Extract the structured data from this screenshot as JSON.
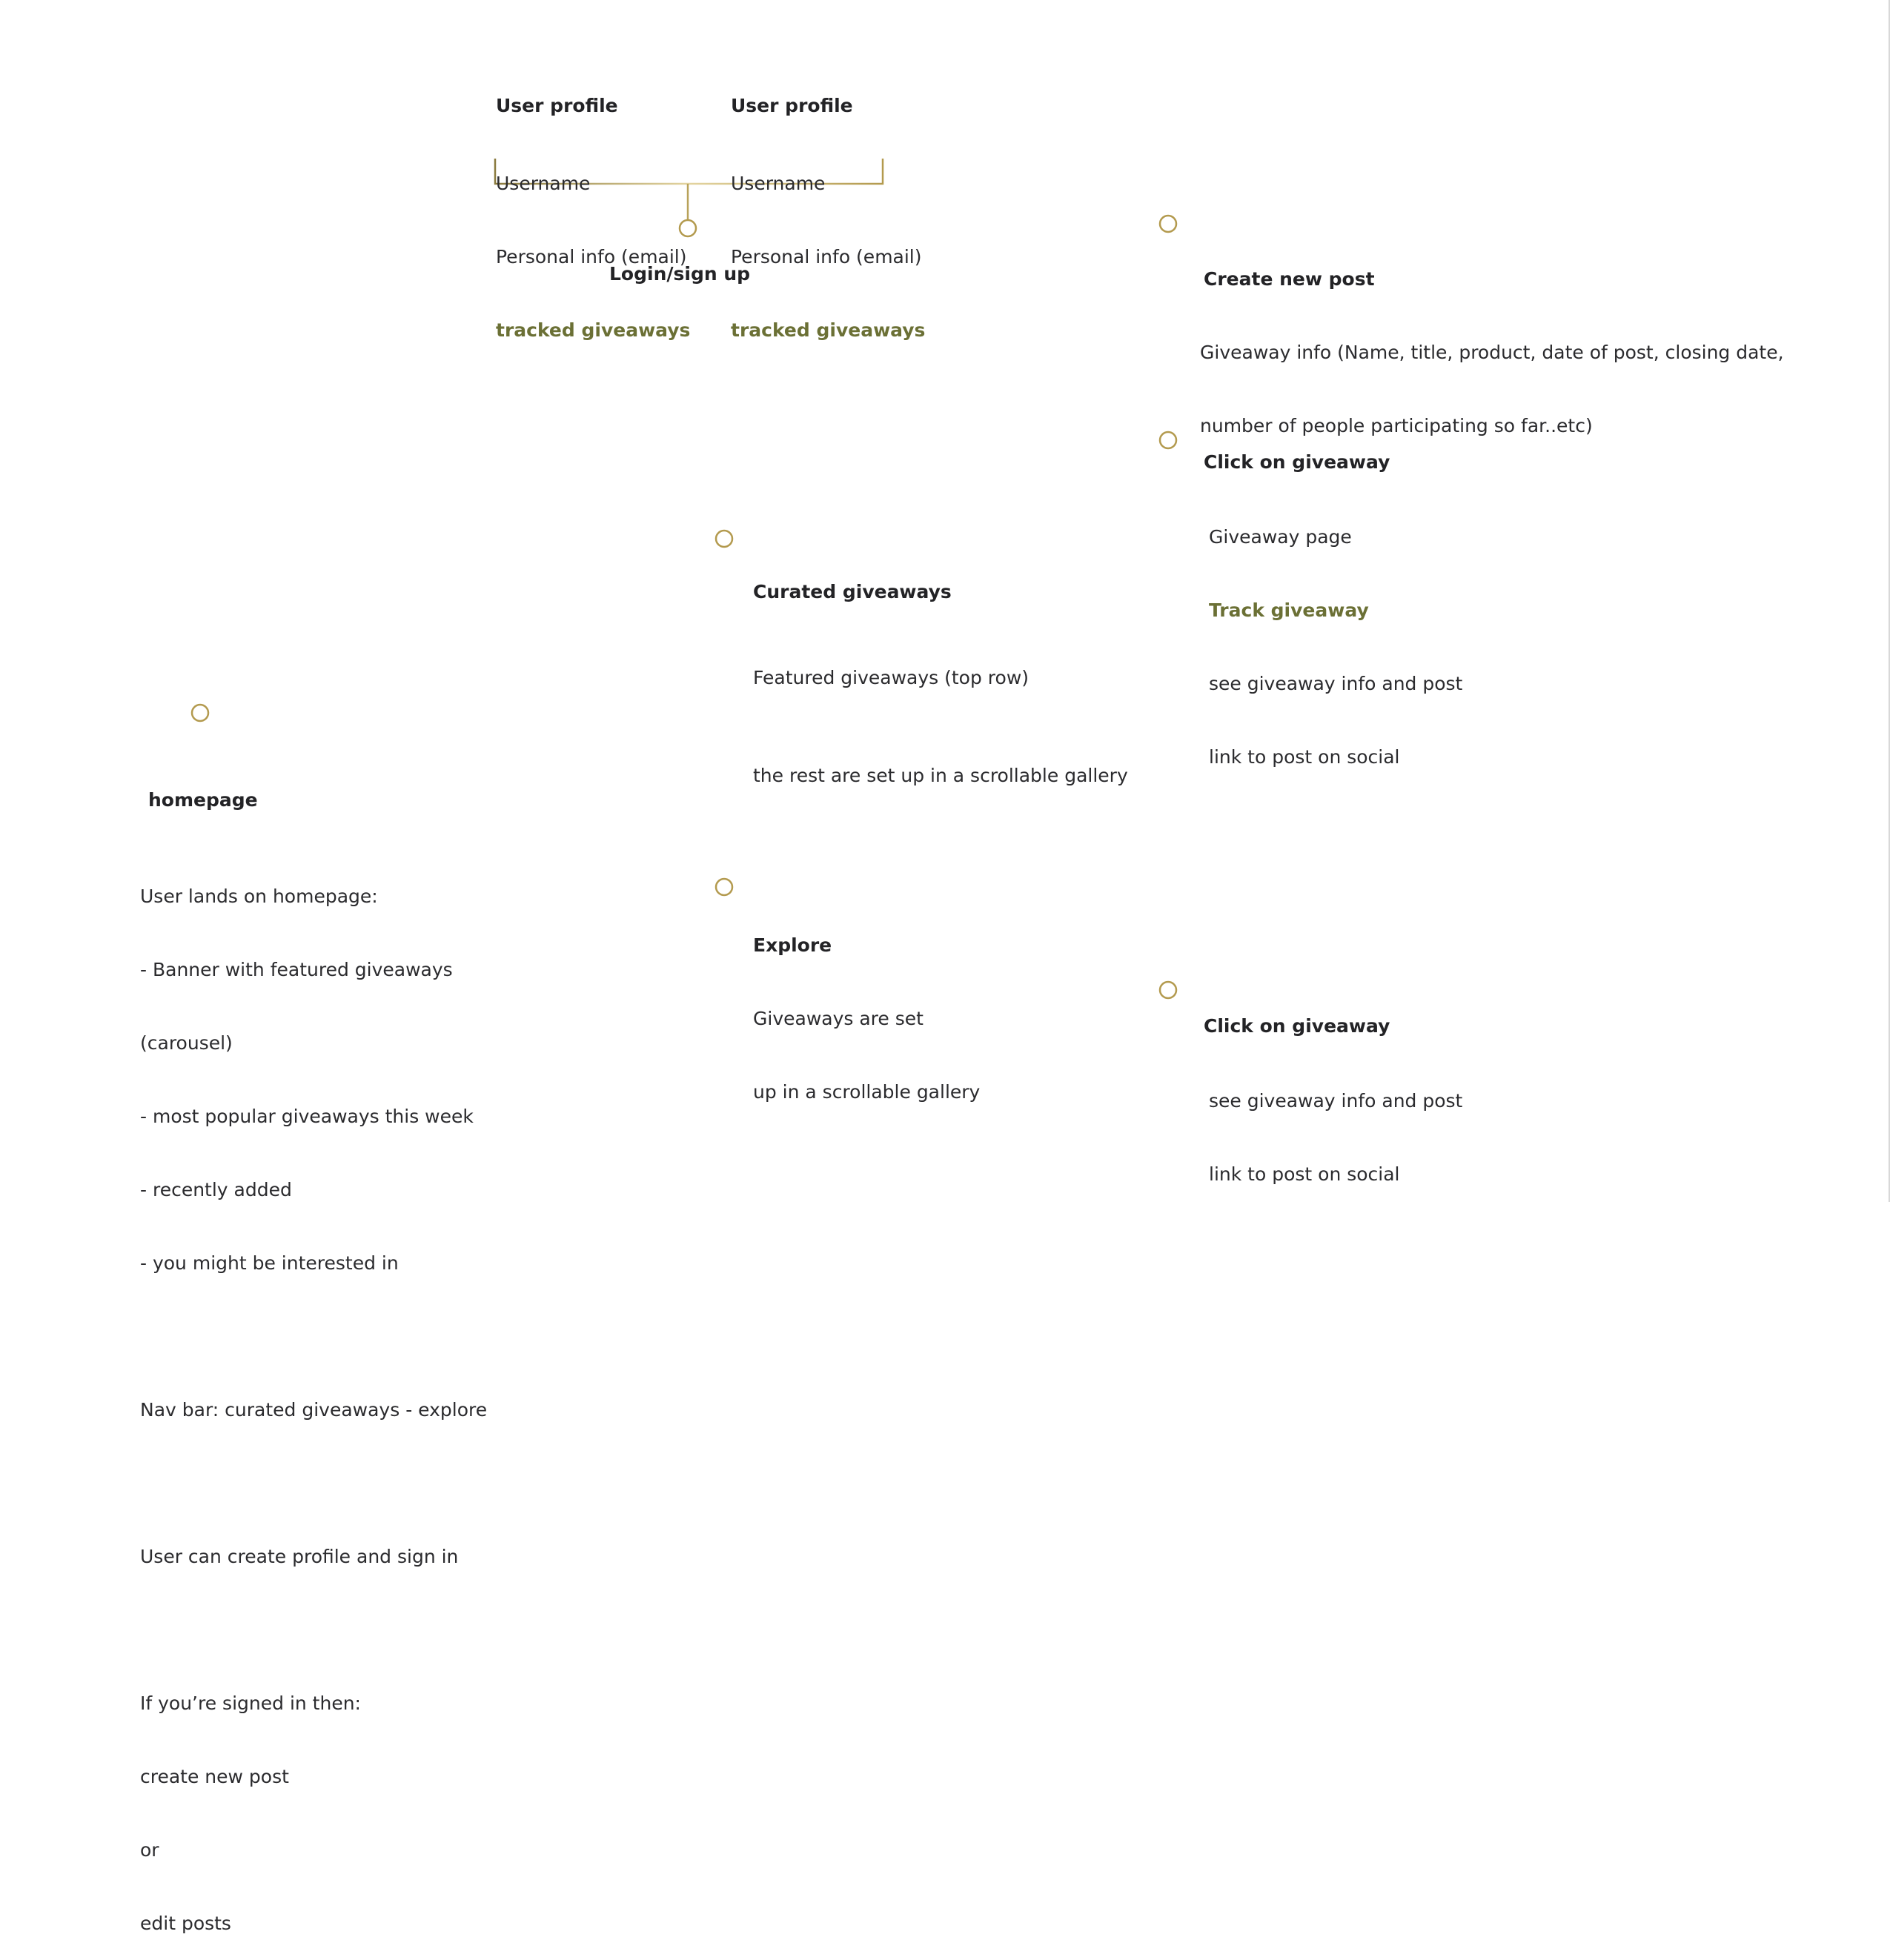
{
  "colors": {
    "connector": "#b8a25a",
    "node_stroke": "#b39a4e",
    "highlight": "#6b7035",
    "text": "#2b2b2e"
  },
  "nodes": {
    "user_profile_1": {
      "title": "User profile",
      "lines": [
        "Username",
        "Personal info (email)"
      ],
      "highlight": "tracked giveaways"
    },
    "user_profile_2": {
      "title": "User profile",
      "lines": [
        "Username",
        "Personal info (email)"
      ],
      "highlight": "tracked giveaways"
    },
    "login": {
      "title": "Login/sign up"
    },
    "create_post": {
      "title": "Create new post",
      "lines": [
        "Giveaway info (Name, title, product, date of post, closing date,",
        "number of people participating so far..etc)"
      ]
    },
    "click_giveaway_1": {
      "title": "Click on giveaway",
      "line1": "Giveaway page",
      "highlight": "Track giveaway",
      "lines": [
        "see giveaway info and post",
        "link to post on social"
      ]
    },
    "curated": {
      "title": "Curated giveaways",
      "line1": "Featured giveaways (top row)",
      "line2": "the rest are set up in a scrollable gallery"
    },
    "homepage": {
      "title": "homepage",
      "lines": [
        "User lands on homepage:",
        "- Banner with featured giveaways",
        "(carousel)",
        "- most popular giveaways this week",
        "- recently added",
        "- you might be interested in",
        "",
        "Nav bar: curated giveaways - explore",
        "",
        "User can create profile and sign in",
        "",
        "If you’re signed in then:",
        "create new post",
        "or",
        "edit posts"
      ]
    },
    "explore": {
      "title": "Explore",
      "lines": [
        "Giveaways are set",
        "up in a scrollable gallery"
      ]
    },
    "click_giveaway_2": {
      "title": "Click on giveaway",
      "lines": [
        "see giveaway info and post",
        "link to post on social"
      ]
    }
  }
}
